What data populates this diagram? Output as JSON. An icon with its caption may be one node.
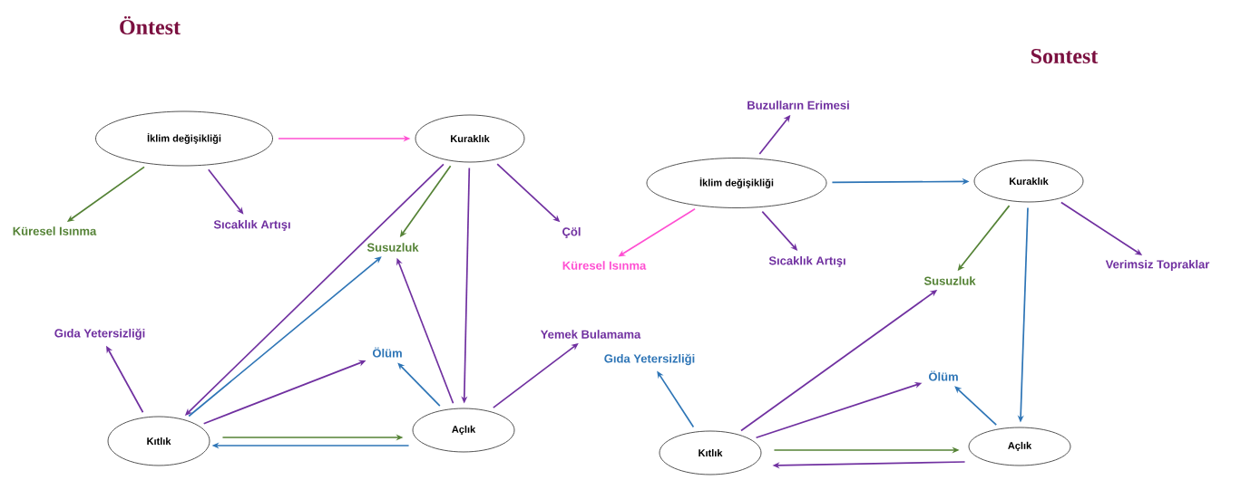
{
  "diagram": {
    "nodes": [
      {
        "text": [
          "İklim değişikliği"
        ]
      },
      {
        "text": [
          "Kuraklık"
        ]
      },
      {
        "text": [
          "Küresel Isınma"
        ]
      },
      {
        "text": [
          "Sıcaklık Artışı"
        ]
      },
      {
        "text": [
          "Susuzluk"
        ]
      },
      {
        "text": [
          "Çöl"
        ]
      },
      {
        "text": [
          "Gıda Yetersizliği"
        ]
      },
      {
        "text": [
          "Ölüm"
        ]
      },
      {
        "text": [
          "Yemek Bulamama"
        ]
      },
      {
        "text": [
          "Kıtlık"
        ]
      },
      {
        "text": [
          "Açlık"
        ]
      },
      {
        "text": [
          "Buzulların Erimesi"
        ]
      },
      {
        "text": [
          "İklim değişikliği"
        ]
      },
      {
        "text": [
          "Kuraklık"
        ]
      },
      {
        "text": [
          "Küresel Isınma"
        ]
      },
      {
        "text": [
          "Sıcaklık Artışı"
        ]
      },
      {
        "text": [
          "Susuzluk"
        ]
      },
      {
        "text": [
          "Verimsiz Topraklar"
        ]
      },
      {
        "text": [
          "Gıda Yetersizliği"
        ]
      },
      {
        "text": [
          "Ölüm"
        ]
      },
      {
        "text": [
          "Kıtlık"
        ]
      },
      {
        "text": [
          "Açlık"
        ]
      }
    ],
    "edges": [
      {
        "from": 0,
        "to": 1,
        "arrow": "to",
        "color": "#ff4fd2"
      },
      {
        "from": 0,
        "to": 2,
        "arrow": "to",
        "color": "#548235"
      },
      {
        "from": 0,
        "to": 3,
        "arrow": "to"
      },
      {
        "from": 1,
        "to": 4,
        "arrow": "to",
        "color": "#548235"
      },
      {
        "from": 1,
        "to": 9,
        "arrow": "to"
      },
      {
        "from": 1,
        "to": 10,
        "arrow": "to"
      },
      {
        "from": 1,
        "to": 5,
        "arrow": "to"
      },
      {
        "from": 9,
        "to": 4,
        "arrow": "to",
        "color": "#2e75b6"
      },
      {
        "from": 9,
        "to": 6,
        "arrow": "to"
      },
      {
        "from": 9,
        "to": 7,
        "arrow": "to"
      },
      {
        "from": 9,
        "to": 10,
        "arrow": "to",
        "color": "#548235"
      },
      {
        "from": 10,
        "to": 9,
        "arrow": "to",
        "color": "#2e75b6"
      },
      {
        "from": 10,
        "to": 7,
        "arrow": "to",
        "color": "#2e75b6"
      },
      {
        "from": 10,
        "to": 4,
        "arrow": "to"
      },
      {
        "from": 10,
        "to": 8,
        "arrow": "to"
      },
      {
        "from": 12,
        "to": 11,
        "arrow": "to"
      },
      {
        "from": 12,
        "to": 13,
        "arrow": "to",
        "color": "#2e75b6"
      },
      {
        "from": 12,
        "to": 14,
        "arrow": "to",
        "color": "#ff4fd2"
      },
      {
        "from": 12,
        "to": 15,
        "arrow": "to"
      },
      {
        "from": 13,
        "to": 16,
        "arrow": "to",
        "color": "#548235"
      },
      {
        "from": 13,
        "to": 21,
        "arrow": "to",
        "color": "#2e75b6"
      },
      {
        "from": 13,
        "to": 17,
        "arrow": "to"
      },
      {
        "from": 20,
        "to": 18,
        "arrow": "to",
        "color": "#2e75b6"
      },
      {
        "from": 20,
        "to": 16,
        "arrow": "to"
      },
      {
        "from": 20,
        "to": 19,
        "arrow": "to"
      },
      {
        "from": 20,
        "to": 21,
        "arrow": "to",
        "color": "#548235"
      },
      {
        "from": 21,
        "to": 20,
        "arrow": "to"
      },
      {
        "from": 21,
        "to": 19,
        "arrow": "to",
        "color": "#2e75b6"
      }
    ],
    "labels": [
      "Öntest",
      "Sontest"
    ]
  }
}
